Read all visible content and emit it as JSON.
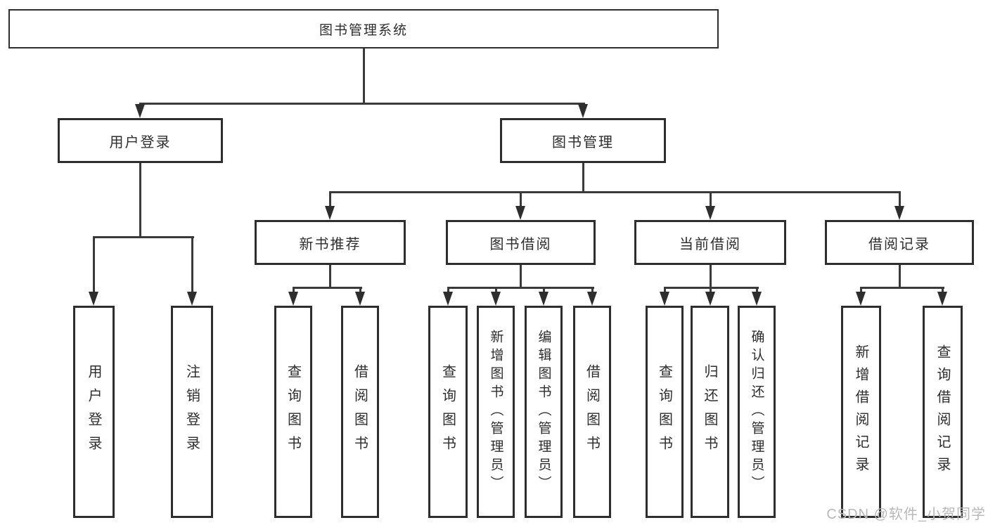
{
  "diagram": {
    "root": {
      "label": "图书管理系统"
    },
    "level2": [
      {
        "label": "用户登录"
      },
      {
        "label": "图书管理"
      }
    ],
    "level3": [
      {
        "label": "新书推荐"
      },
      {
        "label": "图书借阅"
      },
      {
        "label": "当前借阅"
      },
      {
        "label": "借阅记录"
      }
    ],
    "leaves": [
      {
        "parent": "用户登录",
        "label": "用户登录"
      },
      {
        "parent": "用户登录",
        "label": "注销登录"
      },
      {
        "parent": "新书推荐",
        "label": "查询图书"
      },
      {
        "parent": "新书推荐",
        "label": "借阅图书"
      },
      {
        "parent": "图书借阅",
        "label": "查询图书"
      },
      {
        "parent": "图书借阅",
        "label": "新增图书（管理员）"
      },
      {
        "parent": "图书借阅",
        "label": "编辑图书（管理员）"
      },
      {
        "parent": "图书借阅",
        "label": "借阅图书"
      },
      {
        "parent": "当前借阅",
        "label": "查询图书"
      },
      {
        "parent": "当前借阅",
        "label": "归还图书"
      },
      {
        "parent": "当前借阅",
        "label": "确认归还（管理员）"
      },
      {
        "parent": "借阅记录",
        "label": "新增借阅记录"
      },
      {
        "parent": "借阅记录",
        "label": "查询借阅记录"
      }
    ],
    "watermark": "CSDN @软件_小贺同学",
    "colors": {
      "line": "#3a3a3a",
      "box_border": "#2e2e2e",
      "text": "#2d2d2d",
      "watermark": "#b8b8b8",
      "background": "#ffffff"
    }
  }
}
